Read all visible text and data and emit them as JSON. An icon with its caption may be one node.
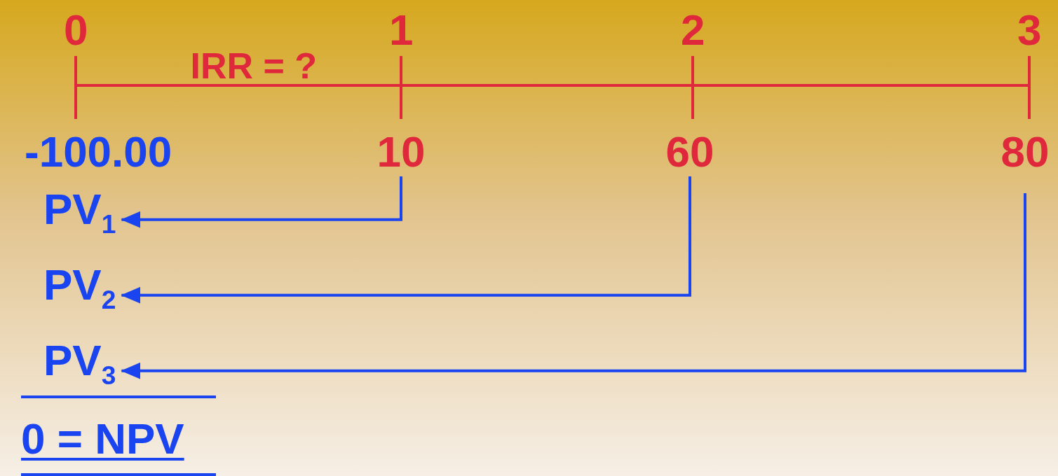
{
  "diagram": {
    "nodes": [
      {
        "text": [
          "10"
        ]
      },
      {
        "text": [
          "60"
        ]
      },
      {
        "text": [
          "80"
        ]
      },
      {
        "text": [
          "PV$_{1}$"
        ]
      },
      {
        "text": [
          "PV$_{2}$"
        ]
      },
      {
        "text": [
          "PV$_{3}$"
        ]
      }
    ],
    "edges": [
      {
        "from": 0,
        "to": 3,
        "arrow": "to"
      },
      {
        "from": 1,
        "to": 4,
        "arrow": "to"
      },
      {
        "from": 2,
        "to": 5,
        "arrow": "to"
      }
    ],
    "labels": [
      "0",
      "1",
      "2",
      "3",
      "IRR = ?",
      "-100.00",
      "0 = NPV"
    ]
  }
}
